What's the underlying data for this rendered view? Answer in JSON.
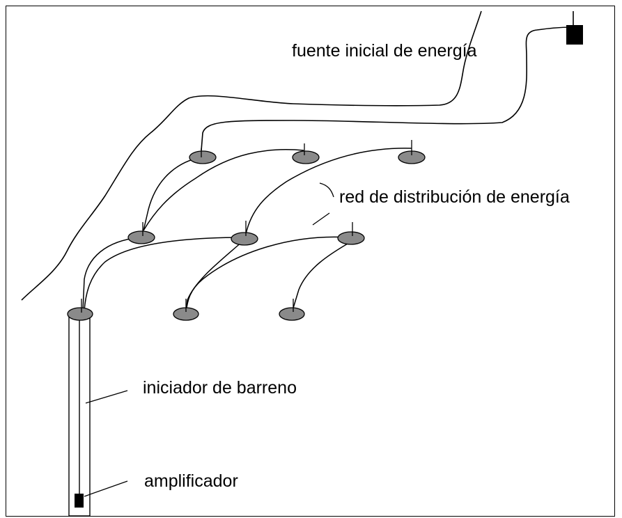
{
  "labels": {
    "initial_source": "fuente inicial de energía",
    "distribution_network": "red de distribución de energía",
    "borehole_initiator": "iniciador de barreno",
    "amplifier": "amplificador"
  },
  "colors": {
    "line": "#000000",
    "borehole_collar_fill": "#8a8a8a",
    "source_box": "#000000",
    "background": "#ffffff"
  }
}
